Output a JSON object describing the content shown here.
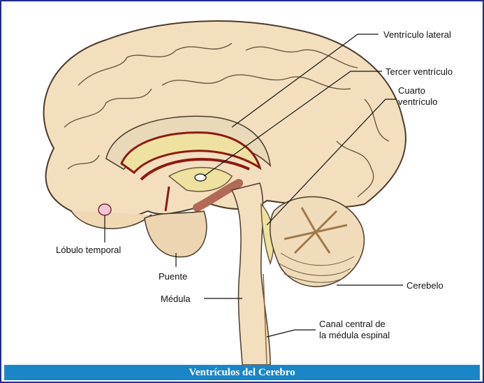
{
  "title": "Ventrículos del Cerebro",
  "labels": {
    "lateral": "Ventrículo lateral",
    "tercer": "Tercer ventrículo",
    "cuarto_1": "Cuarto",
    "cuarto_2": "ventrículo",
    "lobulo": "Lóbulo temporal",
    "puente": "Puente",
    "medula": "Médula",
    "cerebelo": "Cerebelo",
    "canal_1": "Canal central de",
    "canal_2": "la médula espinal"
  },
  "colors": {
    "brain": "#f3dfbe",
    "outline": "#4a3a2a",
    "ventricle_red": "#8b1a12",
    "ventricle_fill": "#efe2a0",
    "caption_bg": "#1a86c8",
    "frame": "#1f2d8a"
  }
}
